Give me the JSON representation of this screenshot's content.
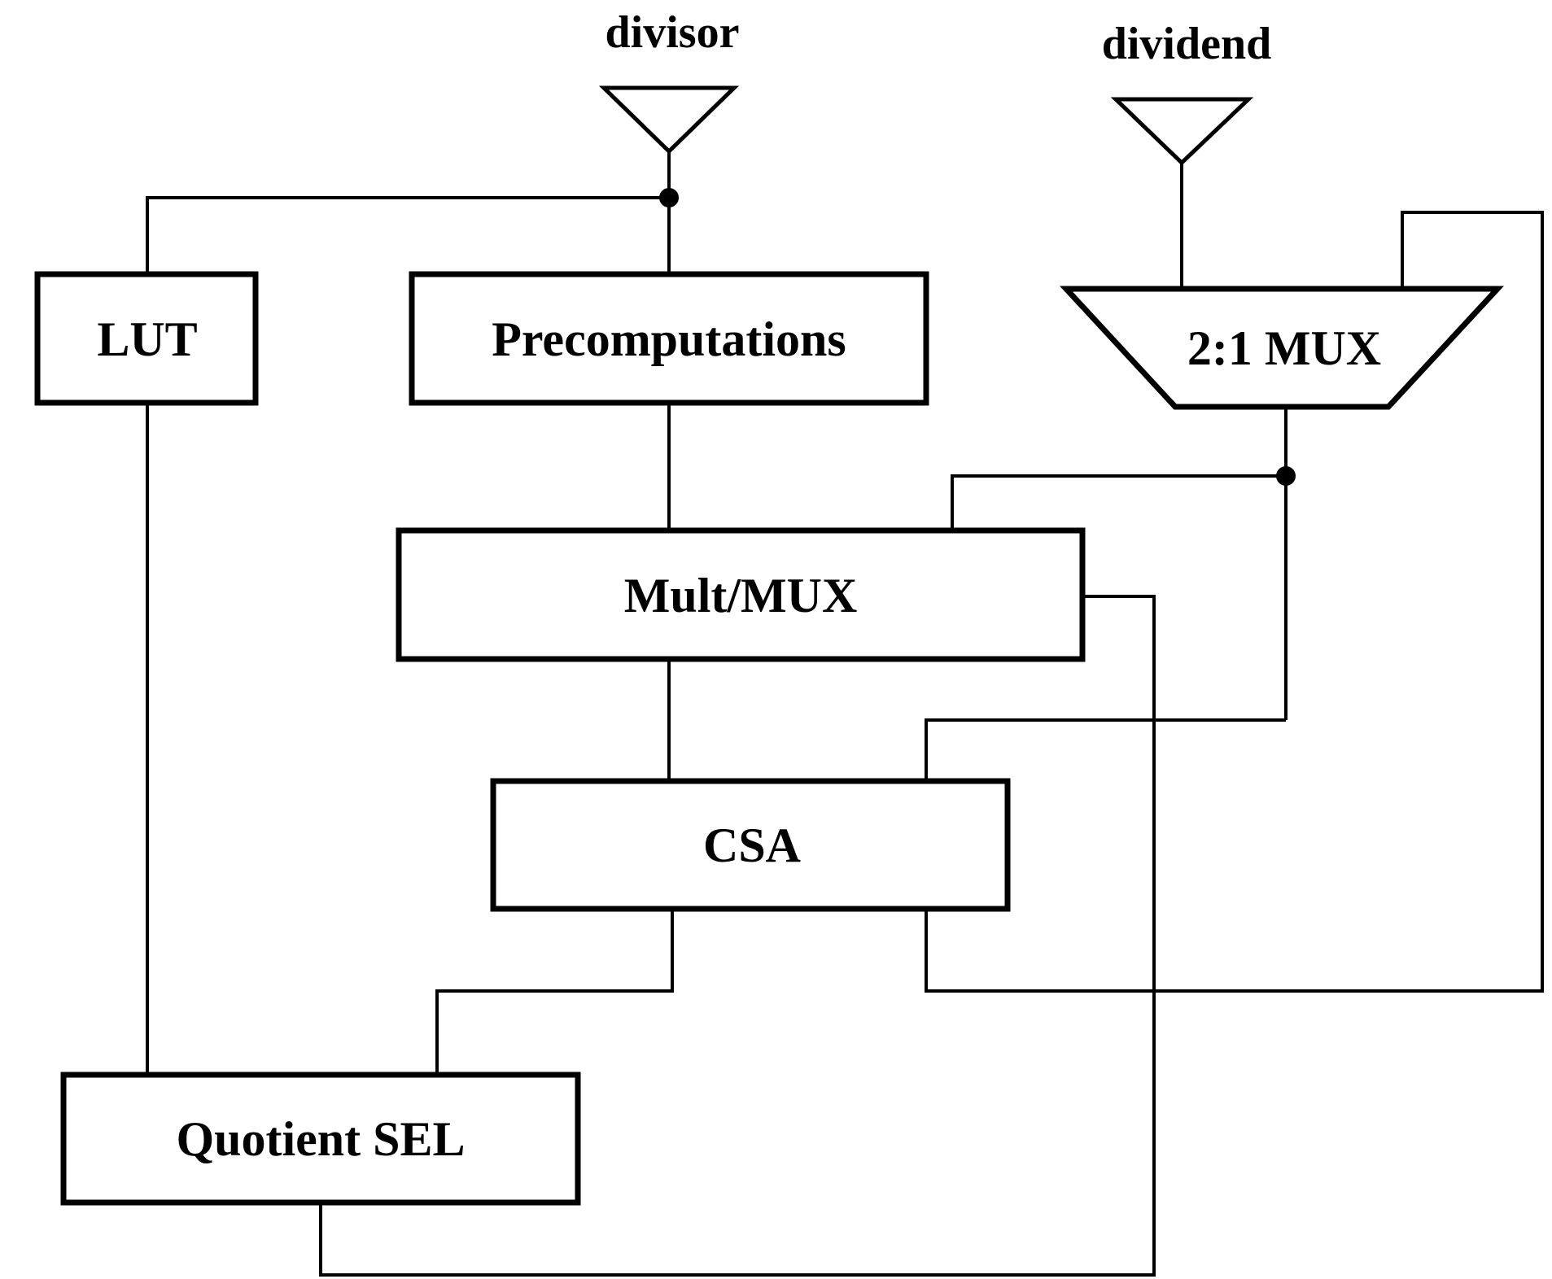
{
  "diagram": {
    "inputs": {
      "divisor": "divisor",
      "dividend": "dividend"
    },
    "blocks": {
      "lut": "LUT",
      "precomputations": "Precomputations",
      "mux": "2:1 MUX",
      "mult_mux": "Mult/MUX",
      "csa": "CSA",
      "quotient_sel": "Quotient SEL"
    },
    "colors": {
      "line": "#000000",
      "background": "#ffffff"
    }
  }
}
